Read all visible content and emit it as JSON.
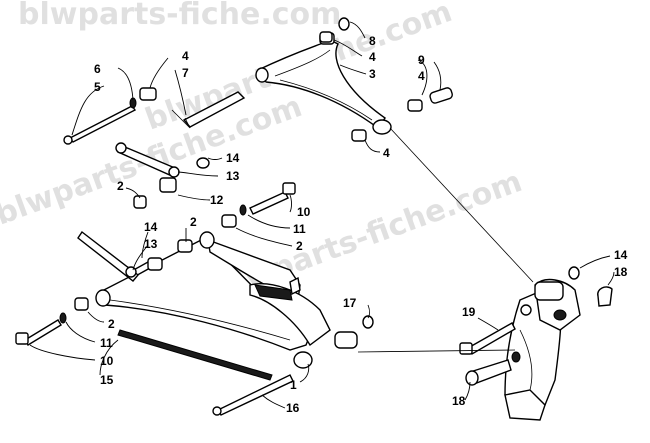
{
  "watermark": "blwparts-fiche.com",
  "callouts": {
    "c8": "8",
    "c4a": "4",
    "c3": "3",
    "c9": "9",
    "c4b": "4",
    "c4c": "4",
    "c7": "7",
    "c6": "6",
    "c5": "5",
    "c4d": "4",
    "c14a": "14",
    "c13a": "13",
    "c2a": "2",
    "c12": "12",
    "c10a": "10",
    "c11a": "11",
    "c14b": "14",
    "c13b": "13",
    "c2b": "2",
    "c2c": "2",
    "c17": "17",
    "c2d": "2",
    "c11b": "11",
    "c10b": "10",
    "c15": "15",
    "c1": "1",
    "c16": "16",
    "c14c": "14",
    "c18a": "18",
    "c19": "19",
    "c18b": "18"
  }
}
